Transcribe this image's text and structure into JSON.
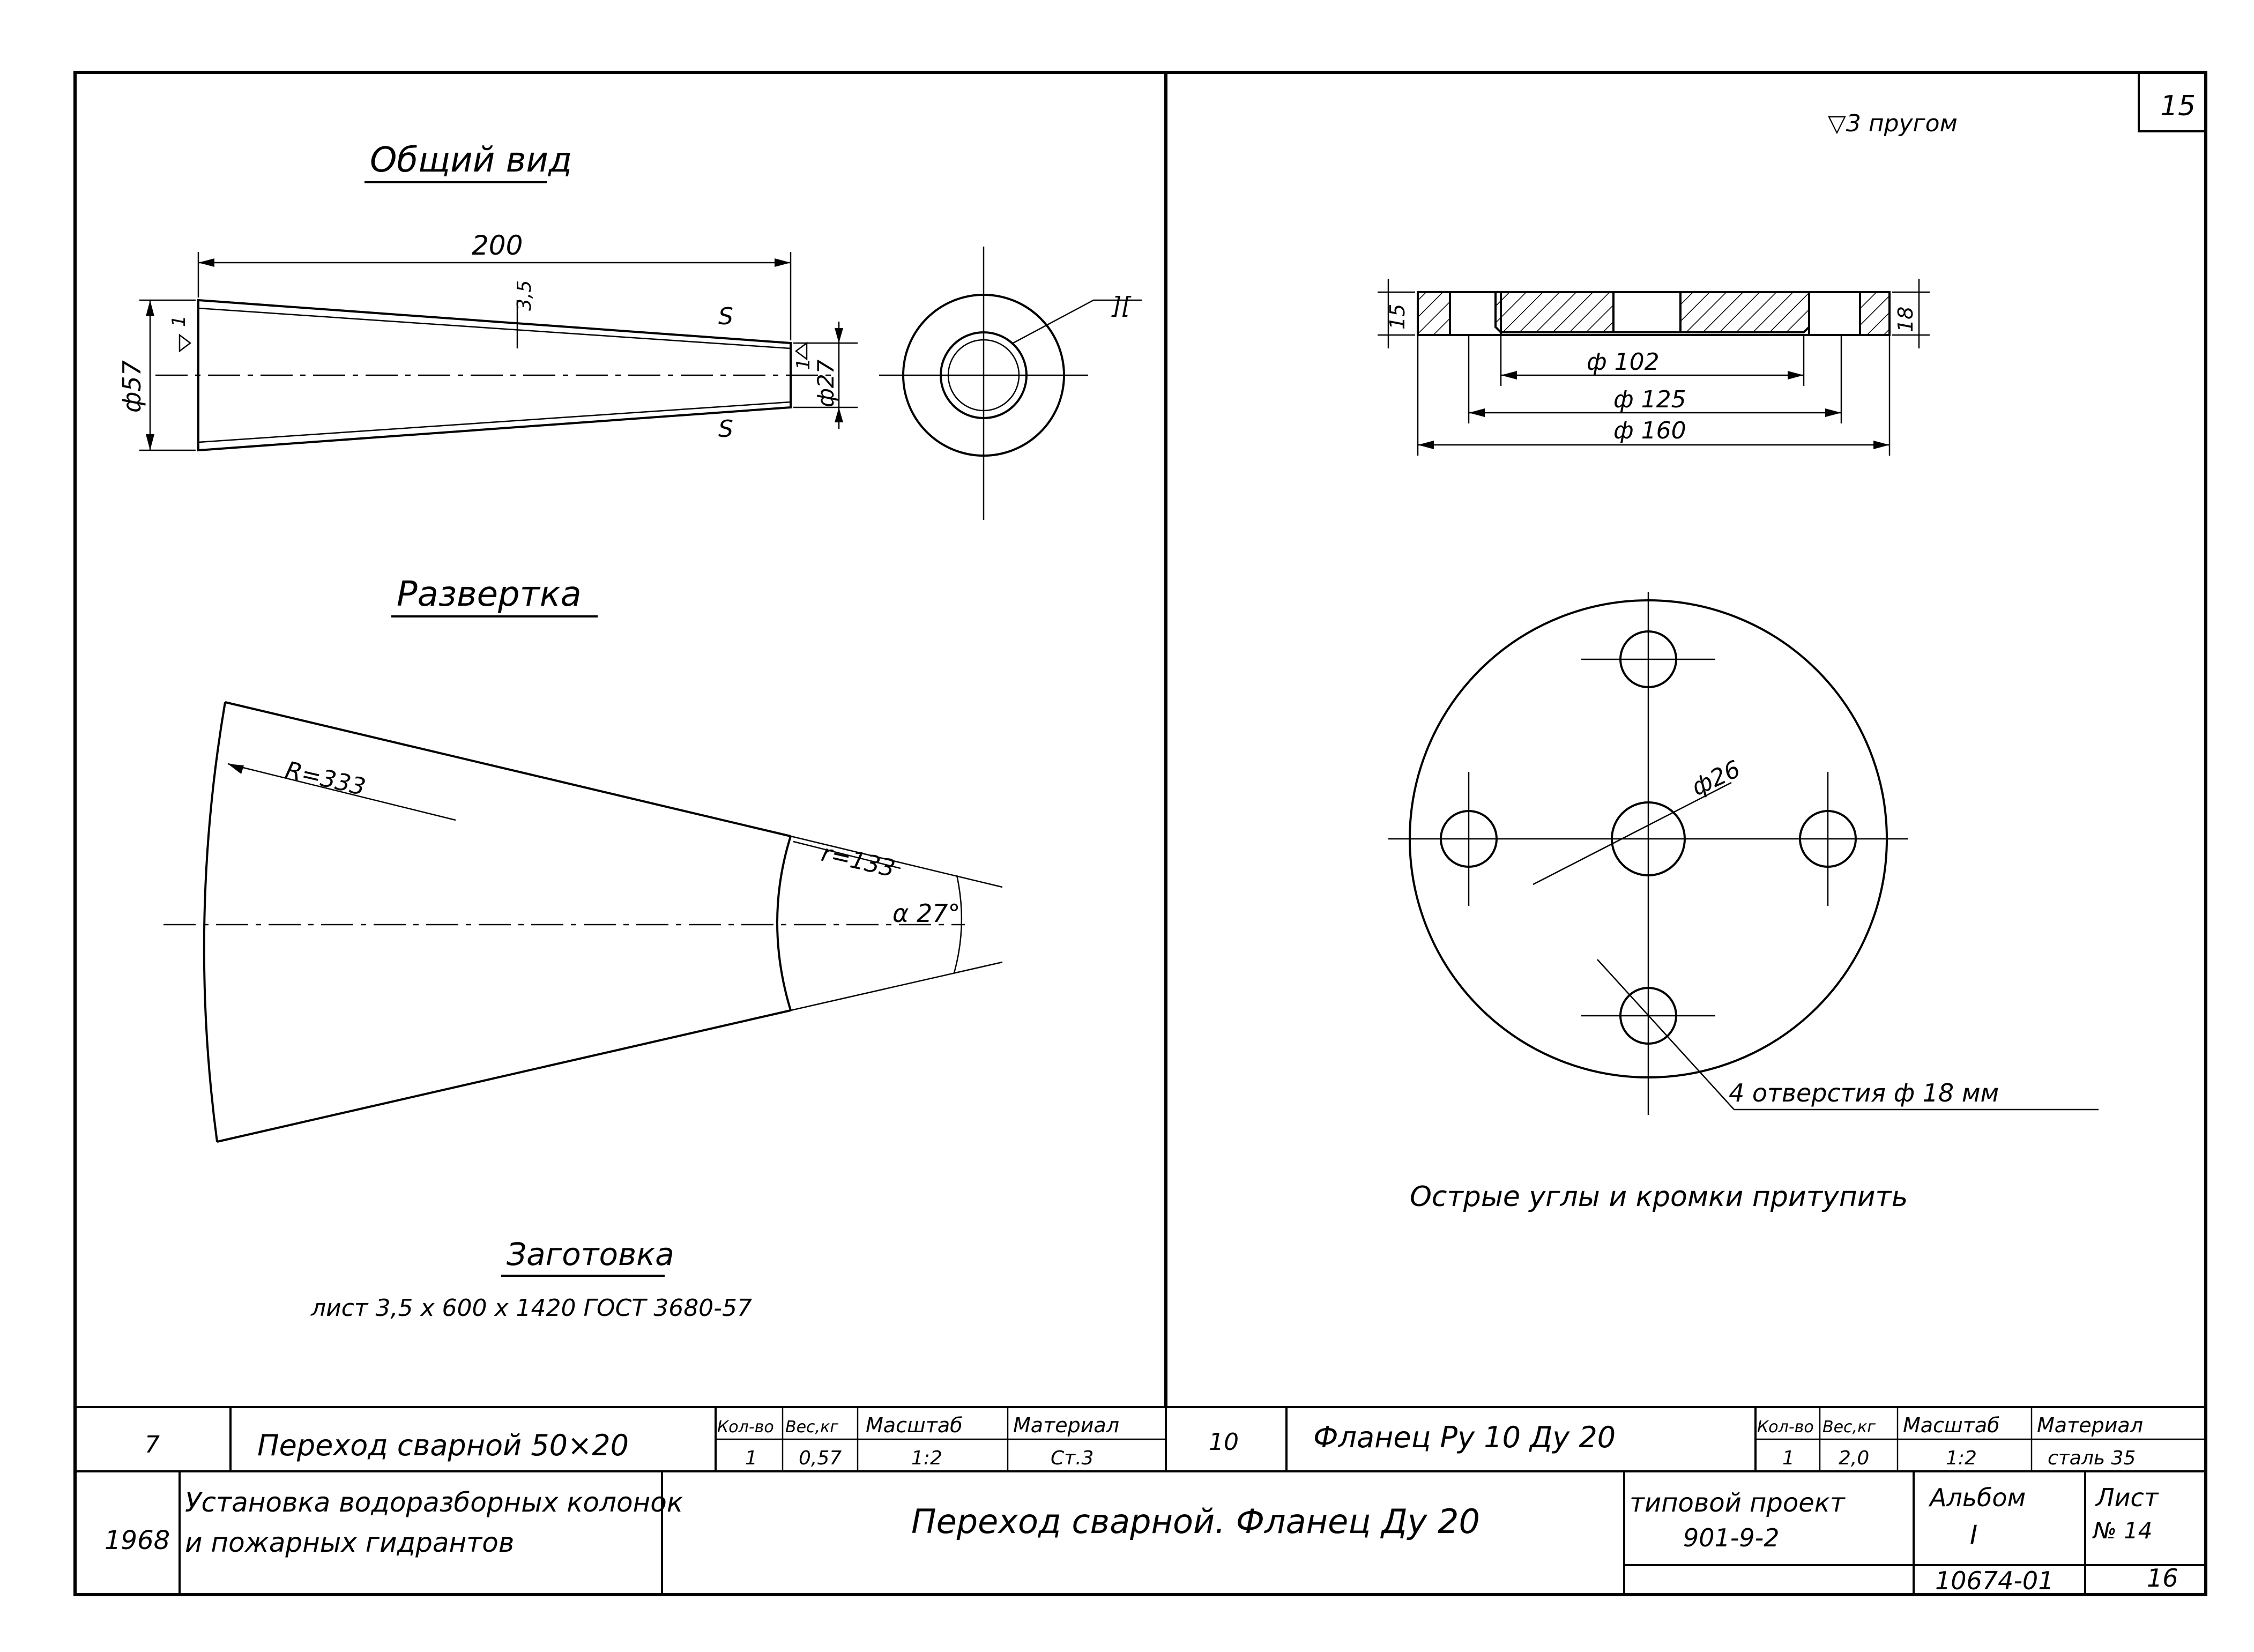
{
  "sheet_number": "15",
  "bottom_right_page": "16",
  "archive_number": "10674-01",
  "left_panel": {
    "general_view_title": "Общий вид",
    "dim_length": "200",
    "dim_thickness": "3,5",
    "dim_large_dia": "ф57",
    "dim_small_dia": "ф27",
    "roughness_mark_left": "1",
    "roughness_mark_right": "1",
    "s_mark_top": "S",
    "s_mark_bottom": "S",
    "weld_symbol": "][",
    "development_title": "Развертка",
    "dev_R": "R=333",
    "dev_r": "r=133",
    "dev_angle": "α 27°",
    "blank_title": "Заготовка",
    "blank_text": "лист 3,5 x 600 x 1420   ГОСТ 3680-57"
  },
  "right_panel": {
    "surface_note": "▽3 пругом",
    "dim_thickness_left": "15",
    "dim_thickness_right": "18",
    "dim_d102": "ф 102",
    "dim_d125": "ф 125",
    "dim_d160": "ф 160",
    "dim_d26": "ф26",
    "holes_note": "4 отверстия  ф 18 мм",
    "edges_note": "Острые   углы и кромки   притупить"
  },
  "spec_left": {
    "pos": "7",
    "name": "Переход  сварной   50×20",
    "headers": [
      "Кол-во",
      "Вес,кг",
      "Масштаб",
      "Материал"
    ],
    "values": [
      "1",
      "0,57",
      "1:2",
      "Ст.3"
    ]
  },
  "spec_right": {
    "pos": "10",
    "name": "Фланец  Ру 10  Ду 20",
    "headers": [
      "Кол-во",
      "Вес,кг",
      "Масштаб",
      "Материал"
    ],
    "values": [
      "1",
      "2,0",
      "1:2",
      "сталь 35"
    ]
  },
  "title_block": {
    "year": "1968",
    "project_line1": "Установка водоразборных колонок",
    "project_line2": "и пожарных    гидрантов",
    "drawing_title": "Переход    сварной.   Фланец  Ду 20",
    "type_project_label": "типовой проект",
    "type_project_number": "901-9-2",
    "album_label": "Альбом",
    "album_number": "I",
    "sheet_label": "Лист",
    "sheet_no": "№ 14"
  }
}
